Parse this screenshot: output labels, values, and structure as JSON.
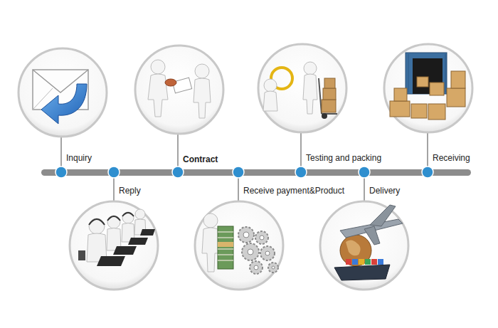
{
  "diagram": {
    "labels": [
      "Inquiry",
      "Reply",
      "Contract",
      "Receive payment&Product",
      "Testing and packing",
      "Delivery",
      "Receiving"
    ]
  }
}
